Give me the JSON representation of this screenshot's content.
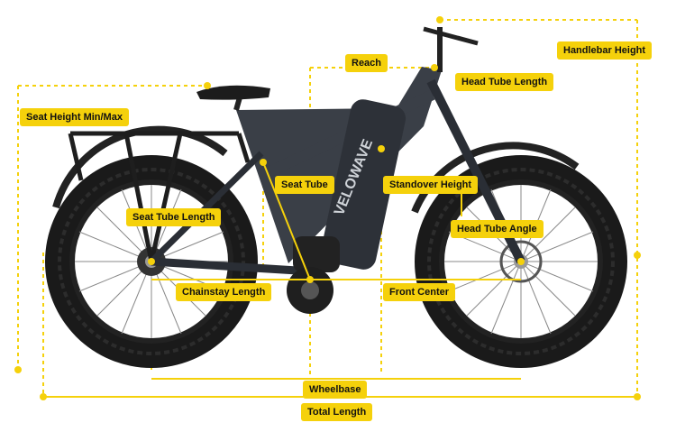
{
  "diagram": {
    "brand_text": "VELOWAVE",
    "accent_color": "#f5d10b",
    "frame_color": "#3a3f47",
    "tire_color": "#1a1a1a",
    "labels": {
      "handlebar_height": "Handlebar Height",
      "reach": "Reach",
      "head_tube_length": "Head Tube Length",
      "seat_height": "Seat Height Min/Max",
      "seat_tube": "Seat Tube",
      "standover_height": "Standover Height",
      "seat_tube_length": "Seat Tube Length",
      "head_tube_angle": "Head Tube Angle",
      "chainstay_length": "Chainstay Length",
      "front_center": "Front Center",
      "wheelbase": "Wheelbase",
      "total_length": "Total Length"
    }
  }
}
